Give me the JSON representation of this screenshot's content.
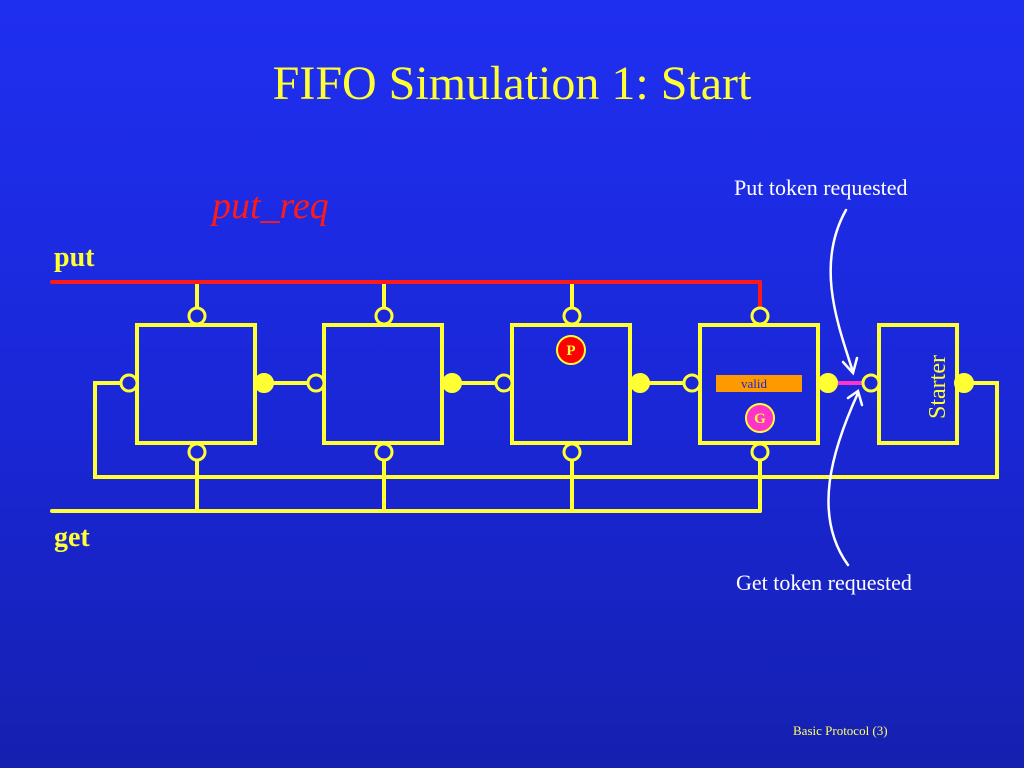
{
  "title": "FIFO Simulation 1: Start",
  "signal": "put_req",
  "labels": {
    "put": "put",
    "get": "get"
  },
  "annotations": {
    "put_token": "Put token requested",
    "get_token": "Get token requested"
  },
  "cells": {
    "cell3_put_token": "P",
    "cell4_valid": "valid",
    "cell4_get_token": "G"
  },
  "starter_label": "Starter",
  "footer": "Basic Protocol (3)",
  "colors": {
    "wire": "#ffff33",
    "put_req": "#ff1a1a",
    "valid_bar": "#ff9900",
    "get_token": "#ff33cc",
    "link": "#ff33cc"
  }
}
